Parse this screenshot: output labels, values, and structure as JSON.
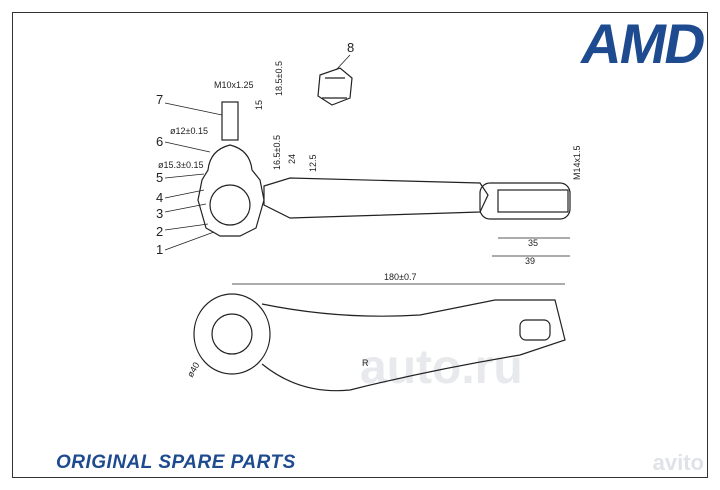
{
  "brand": {
    "logo_text": "AMD",
    "footer_text": "ORIGINAL SPARE PARTS",
    "watermark_text": "avito",
    "center_watermark": "auto.ru",
    "accent_color": "#1e4b8f"
  },
  "drawing": {
    "part_numbers": [
      "1",
      "2",
      "3",
      "4",
      "5",
      "6",
      "7",
      "8"
    ],
    "labels": {
      "thread_ball": "M10x1.25",
      "dia12": "ø12±0.15",
      "dia15": "ø15.3±0.15",
      "dim185": "18.5±0.5",
      "dim15": "15",
      "dim165": "16.5±0.5",
      "dim24": "24",
      "dim125": "12.5",
      "thread_tube": "M14x1.5",
      "dim35": "35",
      "dim39": "39",
      "dim180": "180±0.7",
      "dia40": "ø40",
      "r_mark": "R"
    }
  }
}
